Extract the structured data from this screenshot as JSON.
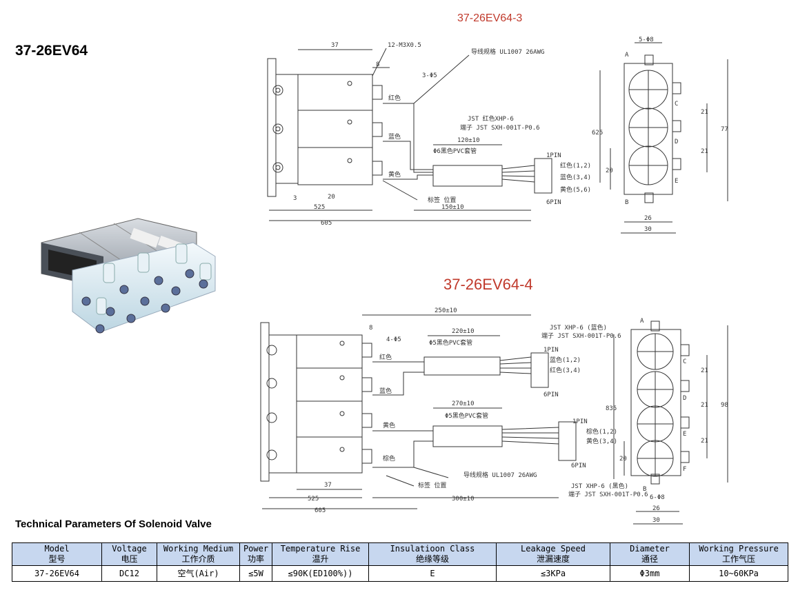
{
  "product_title": "37-26EV64",
  "drawing_titles": {
    "top": "37-26EV64-3",
    "middle": "37-26EV64-4"
  },
  "drawing_labels_top": {
    "dim_37": "37",
    "thread": "12-M3X0.5",
    "wire_spec": "导线规格 UL1007 26AWG",
    "dim_8": "8",
    "dim_3phi5": "3-Φ5",
    "red": "红色",
    "blue": "蓝色",
    "yellow": "黄色",
    "jst": "JST 红色XHP-6",
    "terminal": "端子 JST SXH-001T-P0.6",
    "dim_120": "120±10",
    "pvc": "Φ6黑色PVC套管",
    "pin1": "1PIN",
    "pin6": "6PIN",
    "red12": "红色(1,2)",
    "blue34": "蓝色(3,4)",
    "yellow56": "黄色(5,6)",
    "dim_3": "3",
    "dim_20": "20",
    "dim_525": "525",
    "label_pos": "标签 位置",
    "dim_150": "150±10",
    "dim_605": "605",
    "side_5phi8": "5-Φ8",
    "side_A": "A",
    "side_B": "B",
    "side_C": "C",
    "side_D": "D",
    "side_E": "E",
    "side_625": "625",
    "side_20": "20",
    "side_21a": "21",
    "side_21b": "21",
    "side_77": "77",
    "side_26": "26",
    "side_30": "30"
  },
  "drawing_labels_bottom": {
    "dim_250": "250±10",
    "dim_8": "8",
    "dim_220": "220±10",
    "jst1": "JST XHP-6 (蓝色)",
    "terminal1": "端子 JST SXH-001T-P0.6",
    "dim_4phi5": "4-Φ5",
    "pvc1": "Φ5黑色PVC套管",
    "red": "红色",
    "blue": "蓝色",
    "pin1a": "1PIN",
    "blue12": "蓝色(1,2)",
    "red34": "红色(3,4)",
    "pin6a": "6PIN",
    "dim_270": "270±10",
    "pvc2": "Φ5黑色PVC套管",
    "yellow": "黄色",
    "brown": "棕色",
    "pin1b": "1PIN",
    "brown12": "棕色(1,2)",
    "yellow34": "黄色(3,4)",
    "pin6b": "6PIN",
    "wire_spec": "导线规格 UL1007 26AWG",
    "dim_37": "37",
    "label_pos": "标签 位置",
    "jst2": "JST XHP-6 (黑色)",
    "terminal2": "端子 JST SXH-001T-P0.6",
    "dim_525": "525",
    "dim_300": "300±10",
    "dim_605": "605",
    "side_A": "A",
    "side_B": "B",
    "side_C": "C",
    "side_D": "D",
    "side_E": "E",
    "side_F": "F",
    "side_835": "835",
    "side_20": "20",
    "side_21a": "21",
    "side_21b": "21",
    "side_21c": "21",
    "side_98": "98",
    "side_6phi8": "6-Φ8",
    "side_26": "26",
    "side_30": "30"
  },
  "table_title": "Technical Parameters Of Solenoid Valve",
  "table": {
    "headers": [
      {
        "en": "Model",
        "cn": "型号"
      },
      {
        "en": "Voltage",
        "cn": "电压"
      },
      {
        "en": "Working Medium",
        "cn": "工作介质"
      },
      {
        "en": "Power",
        "cn": "功率"
      },
      {
        "en": "Temperature Rise",
        "cn": "温升"
      },
      {
        "en": "Insulatioon Class",
        "cn": "绝缘等级"
      },
      {
        "en": "Leakage Speed",
        "cn": "泄漏速度"
      },
      {
        "en": "Diameter",
        "cn": "通径"
      },
      {
        "en": "Working Pressure",
        "cn": "工作气压"
      }
    ],
    "row": [
      "37-26EV64",
      "DC12",
      "空气(Air)",
      "≤5W",
      "≤90K(ED100%))",
      "E",
      "≤3KPa",
      "Φ3mm",
      "10~60KPa"
    ]
  },
  "colors": {
    "title_red": "#c0392b",
    "header_bg": "#c7d7ef",
    "line_color": "#333333"
  }
}
